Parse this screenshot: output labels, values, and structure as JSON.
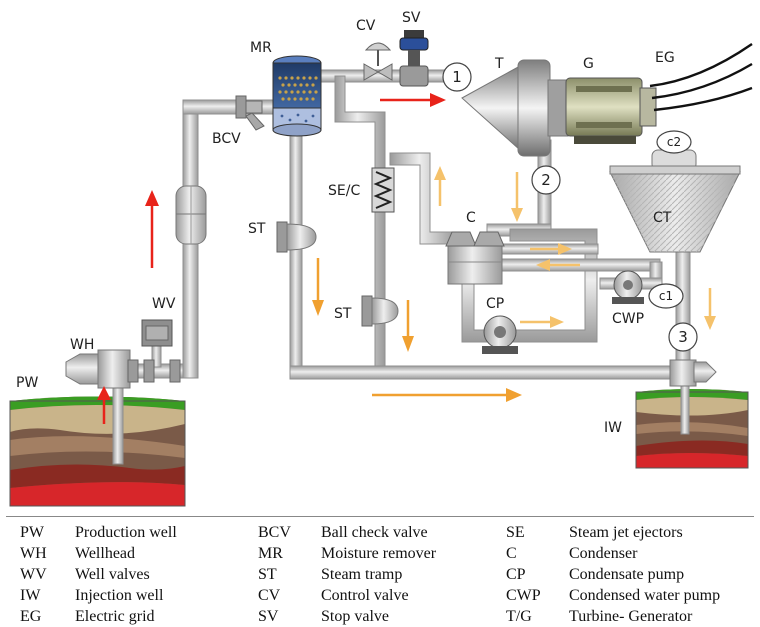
{
  "diagram": {
    "labels": {
      "pw": "PW",
      "wh": "WH",
      "wv": "WV",
      "bcv": "BCV",
      "mr": "MR",
      "cv": "CV",
      "sv": "SV",
      "t": "T",
      "g": "G",
      "eg": "EG",
      "se_c": "SE/C",
      "st_upper": "ST",
      "st_lower": "ST",
      "c": "C",
      "cp": "CP",
      "cwp": "CWP",
      "ct": "CT",
      "iw": "IW"
    },
    "points": {
      "p1": "1",
      "p2": "2",
      "p3": "3",
      "c1": "c1",
      "c2": "c2"
    },
    "colors": {
      "pipe": "#c8c8c8",
      "pipe_edge": "#8f8f8f",
      "steam_arrow": "#e8231a",
      "water_arrow": "#f0a030",
      "condensate_arrow": "#f5c26b",
      "ground_grass": "#3a9d23",
      "ground_sand": "#c9b48a",
      "ground_brown": "#7a5a48",
      "ground_dark": "#8a2a22",
      "ground_red": "#d7262a",
      "moisture_remover": "#2d4a7a"
    }
  },
  "legend": {
    "rows": [
      [
        {
          "abbr": "PW",
          "desc": "Production well"
        },
        {
          "abbr": "BCV",
          "desc": "Ball check valve"
        },
        {
          "abbr": "SE",
          "desc": "Steam jet ejectors"
        }
      ],
      [
        {
          "abbr": "WH",
          "desc": "Wellhead"
        },
        {
          "abbr": "MR",
          "desc": "Moisture remover"
        },
        {
          "abbr": "C",
          "desc": "Condenser"
        }
      ],
      [
        {
          "abbr": "WV",
          "desc": "Well valves"
        },
        {
          "abbr": "ST",
          "desc": "Steam tramp"
        },
        {
          "abbr": "CP",
          "desc": "Condensate pump"
        }
      ],
      [
        {
          "abbr": "IW",
          "desc": "Injection well"
        },
        {
          "abbr": "CV",
          "desc": "Control valve"
        },
        {
          "abbr": "CWP",
          "desc": "Condensed water pump"
        }
      ],
      [
        {
          "abbr": "EG",
          "desc": "Electric grid"
        },
        {
          "abbr": "SV",
          "desc": "Stop valve"
        },
        {
          "abbr": "T/G",
          "desc": "Turbine- Generator"
        }
      ]
    ]
  }
}
